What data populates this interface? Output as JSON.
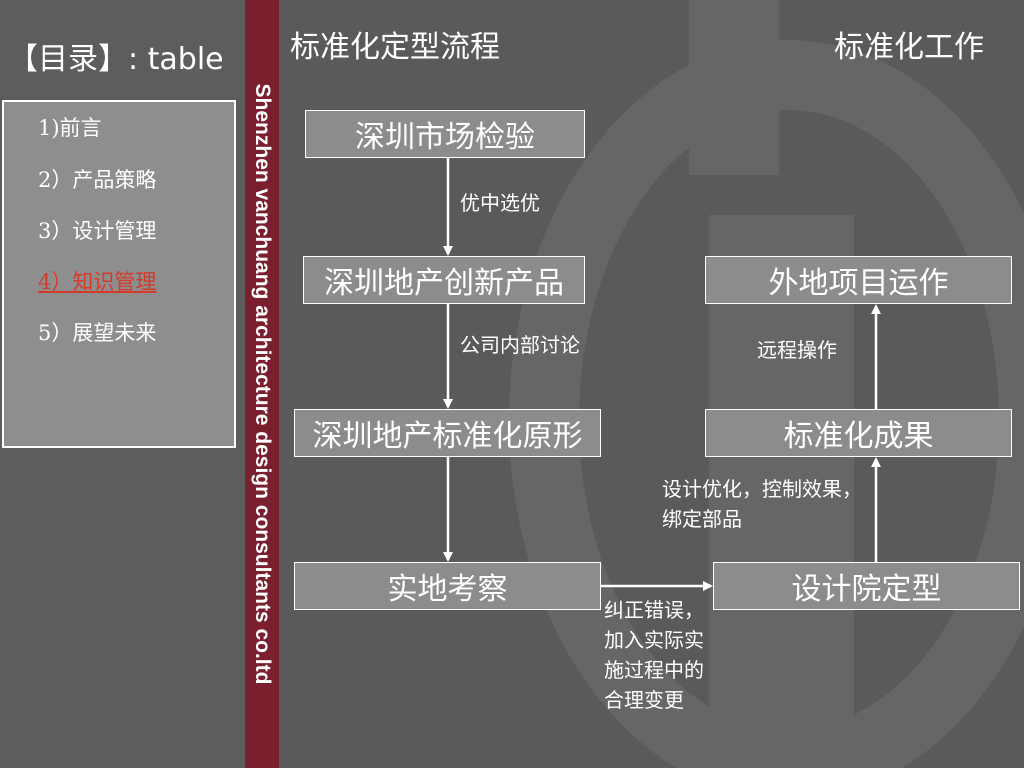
{
  "toc": {
    "title": "【目录】: table",
    "items": [
      {
        "label": "1)前言",
        "active": false
      },
      {
        "label": "2）产品策略",
        "active": false
      },
      {
        "label": "3）设计管理",
        "active": false
      },
      {
        "label": "4）知识管理",
        "active": true
      },
      {
        "label": "5）展望未来",
        "active": false
      }
    ]
  },
  "band_text": "Shenzhen  vanchuang architecture design consultants co.ltd",
  "header": {
    "left_title": "标准化定型流程",
    "right_title": "标准化工作"
  },
  "flow": {
    "box_market": "深圳市场检验",
    "box_innovation": "深圳地产创新产品",
    "box_prototype": "深圳地产标准化原形",
    "box_survey": "实地考察",
    "box_institute": "设计院定型",
    "box_result": "标准化成果",
    "box_remote": "外地项目运作",
    "label_select": "优中选优",
    "label_discuss": "公司内部讨论",
    "label_remote": "远程操作",
    "label_optimize": "设计优化，控制效果，绑定部品",
    "label_correct": "纠正错误，加入实际实施过程中的合理变更"
  },
  "colors": {
    "band": "#7a1f2e",
    "box_fill": "#8c8c8c",
    "active_item": "#d43a2a"
  }
}
